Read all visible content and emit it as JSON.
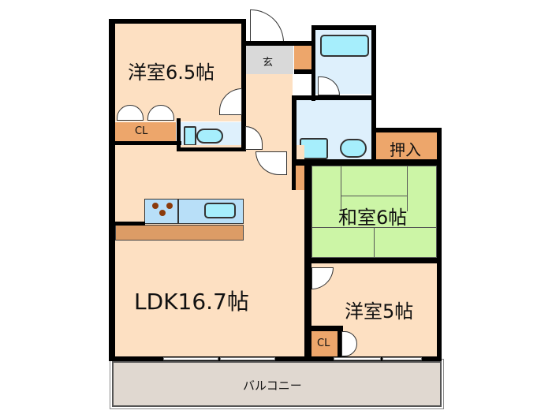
{
  "floorplan": {
    "colors": {
      "western_floor": "#fde0c2",
      "closet": "#eda66b",
      "entrance": "#d9d9d9",
      "wet_area": "#def0fc",
      "fixture": "#a6eefc",
      "tatami": "#ccf5a6",
      "counter": "#dc9c66",
      "balcony": "#e0d8d0",
      "wall": "#000000"
    },
    "rooms": {
      "western_room_1": "洋室6.5帖",
      "closet_1": "CL",
      "entrance": "玄",
      "ldk": "LDK16.7帖",
      "japanese_room": "和室6帖",
      "oshiire": "押入",
      "western_room_2": "洋室5帖",
      "closet_2": "CL",
      "balcony": "バルコニー"
    }
  }
}
